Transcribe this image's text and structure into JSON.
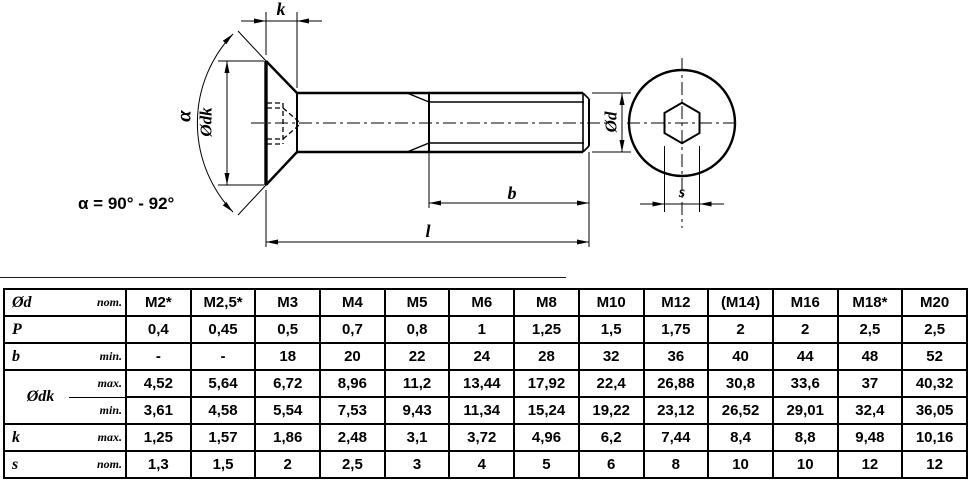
{
  "drawing": {
    "labels": {
      "k": "k",
      "alpha": "α",
      "odk": "Ødk",
      "od": "Ød",
      "b": "b",
      "l": "l",
      "s": "s",
      "angle_note": "α = 90° - 92°"
    }
  },
  "table": {
    "header": {
      "label": "Ød",
      "qualifier": "nom."
    },
    "columns": [
      "M2*",
      "M2,5*",
      "M3",
      "M4",
      "M5",
      "M6",
      "M8",
      "M10",
      "M12",
      "(M14)",
      "M16",
      "M18*",
      "M20"
    ],
    "rows": [
      {
        "label": "P",
        "qualifier": "",
        "values": [
          "0,4",
          "0,45",
          "0,5",
          "0,7",
          "0,8",
          "1",
          "1,25",
          "1,5",
          "1,75",
          "2",
          "2",
          "2,5",
          "2,5"
        ]
      },
      {
        "label": "b",
        "qualifier": "min.",
        "values": [
          "-",
          "-",
          "18",
          "20",
          "22",
          "24",
          "28",
          "32",
          "36",
          "40",
          "44",
          "48",
          "52"
        ]
      },
      {
        "label": "Ødk",
        "qualifier": "max.",
        "values": [
          "4,52",
          "5,64",
          "6,72",
          "8,96",
          "11,2",
          "13,44",
          "17,92",
          "22,4",
          "26,88",
          "30,8",
          "33,6",
          "37",
          "40,32"
        ]
      },
      {
        "label": "",
        "qualifier": "min.",
        "values": [
          "3,61",
          "4,58",
          "5,54",
          "7,53",
          "9,43",
          "11,34",
          "15,24",
          "19,22",
          "23,12",
          "26,52",
          "29,01",
          "32,4",
          "36,05"
        ]
      },
      {
        "label": "k",
        "qualifier": "max.",
        "values": [
          "1,25",
          "1,57",
          "1,86",
          "2,48",
          "3,1",
          "3,72",
          "4,96",
          "6,2",
          "7,44",
          "8,4",
          "8,8",
          "9,48",
          "10,16"
        ]
      },
      {
        "label": "s",
        "qualifier": "nom.",
        "values": [
          "1,3",
          "1,5",
          "2",
          "2,5",
          "3",
          "4",
          "5",
          "6",
          "8",
          "10",
          "10",
          "12",
          "12"
        ]
      }
    ]
  }
}
